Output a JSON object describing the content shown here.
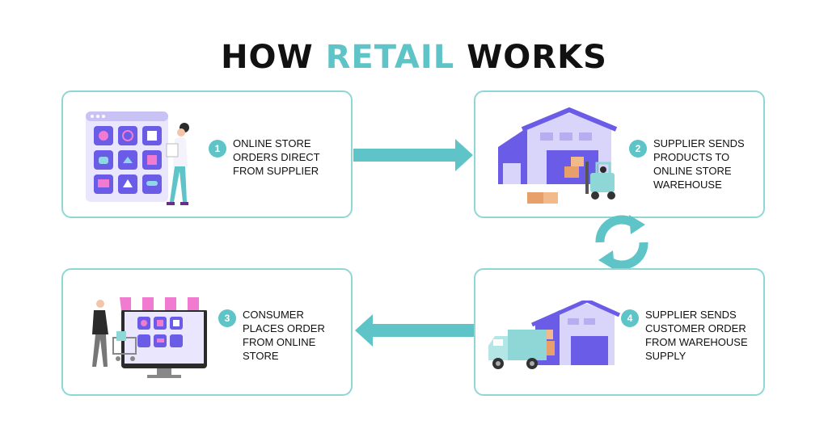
{
  "title": {
    "part1": "HOW",
    "accent": "RETAIL",
    "part2": "WORKS"
  },
  "colors": {
    "accent": "#5ec4c7",
    "border": "#8fd6d6",
    "purple": "#6b5ce7",
    "light_purple": "#c8c2f5"
  },
  "steps": [
    {
      "number": "1",
      "lines": [
        "ONLINE STORE",
        "ORDERS DIRECT",
        "FROM SUPPLIER"
      ],
      "icon": "shopper-with-product-grid-icon"
    },
    {
      "number": "2",
      "lines": [
        "SUPPLIER SENDS",
        "PRODUCTS TO",
        "ONLINE STORE",
        "WAREHOUSE"
      ],
      "icon": "warehouse-forklift-icon"
    },
    {
      "number": "3",
      "lines": [
        "CONSUMER",
        "PLACES ORDER",
        "FROM ONLINE",
        "STORE"
      ],
      "icon": "online-storefront-shopper-icon"
    },
    {
      "number": "4",
      "lines": [
        "SUPPLIER SENDS",
        "CUSTOMER ORDER",
        "FROM WAREHOUSE",
        "SUPPLY"
      ],
      "icon": "warehouse-delivery-truck-icon"
    }
  ]
}
